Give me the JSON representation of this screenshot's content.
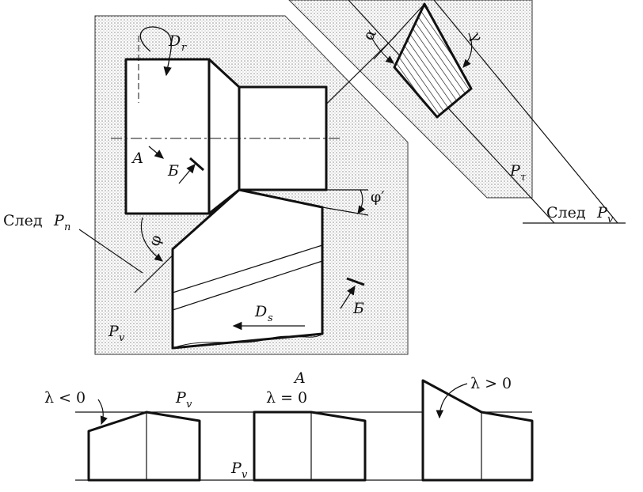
{
  "labels": {
    "Dr": "D",
    "Dr_sub": "r",
    "Ds": "D",
    "Ds_sub": "s",
    "A_arrow": "А",
    "B_arrow_top": "Б",
    "B_arrow_bottom": "Б",
    "phi": "φ",
    "phi_prime": "φ′",
    "alpha": "α",
    "gamma": "γ",
    "trace_pn_word": "След",
    "trace_pn_letter": "P",
    "trace_pn_sub": "n",
    "trace_pv_word": "След",
    "trace_pv_letter": "P",
    "trace_pv_sub": "v",
    "ptau_letter": "P",
    "ptau_sub": "τ",
    "pv_main_letter": "P",
    "pv_main_sub": "v",
    "view_A": "A",
    "lambda_neg": "λ < 0",
    "lambda_zero": "λ = 0",
    "lambda_pos": "λ > 0",
    "pv_bottom_top_letter": "P",
    "pv_bottom_top_sub": "v",
    "pv_bottom_low_letter": "P",
    "pv_bottom_low_sub": "v"
  }
}
